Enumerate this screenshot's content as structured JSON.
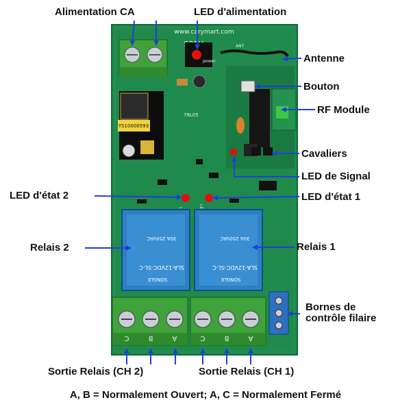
{
  "labels": {
    "power_in": "Alimentation CA",
    "power_led": "LED d'alimentation",
    "antenna": "Antenne",
    "button": "Bouton",
    "rf_module": "RF Module",
    "jumpers": "Cavaliers",
    "signal_led": "LED de Signal",
    "state_led_2": "LED d'état 2",
    "state_led_1": "LED d'état 1",
    "relay_2": "Relais 2",
    "relay_1": "Relais 1",
    "wired_terminals_line1": "Bornes de",
    "wired_terminals_line2": "contrôle filaire",
    "relay_output_ch2": "Sortie Relais  (CH 2)",
    "relay_output_ch1": "Sortie Relais  (CH 1)"
  },
  "footer": "A, B = Normalement Ouvert; A, C = Normalement Fermé",
  "board": {
    "url": "www.carymart.com",
    "model": "S2PU",
    "power_module_code": "YS10000593",
    "regulator": "78L05",
    "relay_brand": "SONGLE",
    "relay_model": "SLA-12VDC-SL-C",
    "relay_rating": "30A 250VAC",
    "terminal_letters": [
      "C",
      "B",
      "A"
    ],
    "led_silk_1": "LED1",
    "led_silk_2": "LED2",
    "power_silk": "power",
    "antenna_silk": "ANT"
  },
  "colors": {
    "pcb": "#1f8a4c",
    "pcb_dark": "#16713c",
    "relay_blue": "#2e7fc4",
    "terminal_green": "#3fa23a",
    "arrow_blue": "#1f3fd8",
    "led_red": "#e01010"
  }
}
